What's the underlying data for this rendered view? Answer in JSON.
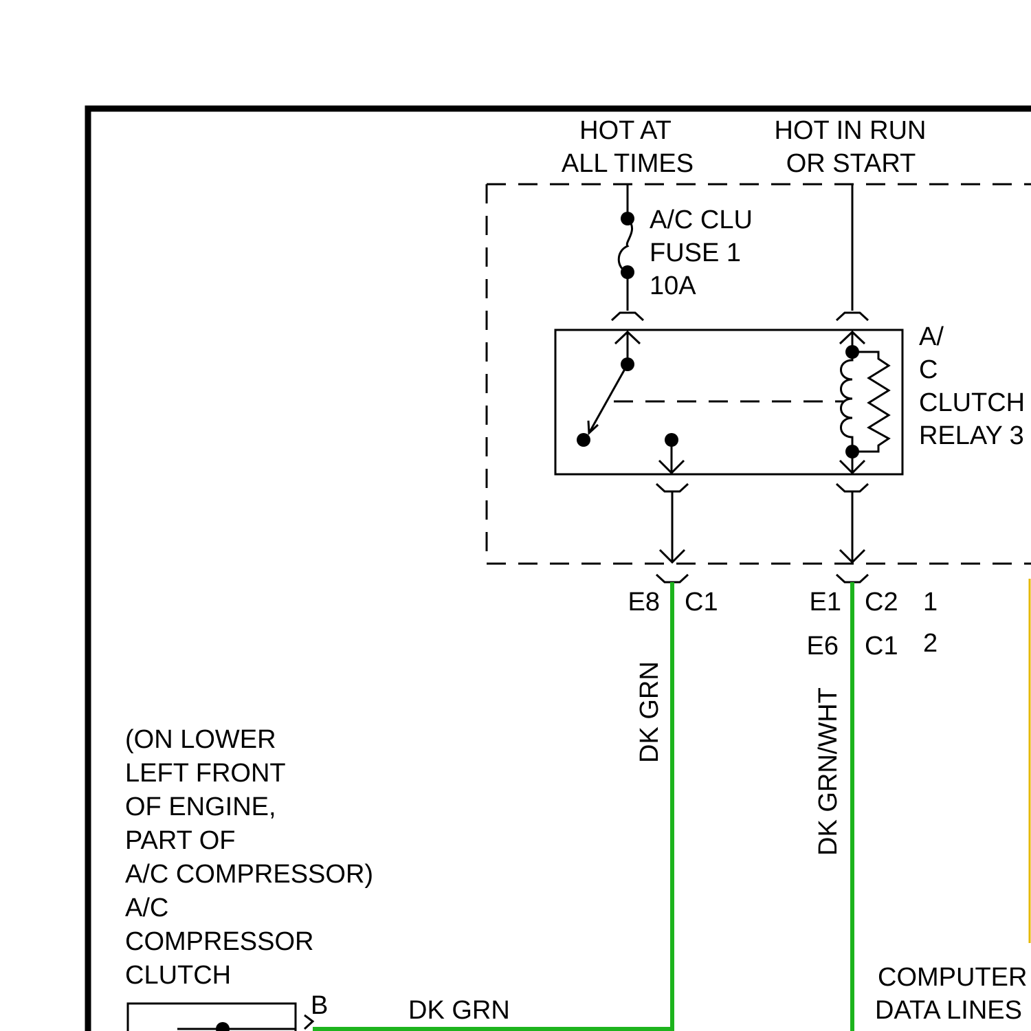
{
  "colors": {
    "background": "#ffffff",
    "ink": "#000000",
    "wire_green": "#1db41d",
    "wire_yellow": "#e6b800"
  },
  "power": {
    "hot_at_all_times": [
      "HOT AT",
      "ALL TIMES"
    ],
    "hot_in_run_or_start": [
      "HOT IN RUN",
      "OR START"
    ]
  },
  "fuse": {
    "label": [
      "A/C CLU",
      "FUSE 1",
      "10A"
    ]
  },
  "relay": {
    "label": [
      "A/",
      "C",
      "CLUTCH",
      "RELAY 3"
    ]
  },
  "connectors": {
    "left_pin": "E8",
    "left_conn": "C1",
    "right_pin_1": "E1",
    "right_conn_1": "C2",
    "right_num_1": "1",
    "right_pin_2": "E6",
    "right_conn_2": "C1",
    "right_num_2": "2"
  },
  "wires": {
    "left_vertical": "DK GRN",
    "right_vertical": "DK GRN/WHT",
    "bottom_horizontal": "DK GRN"
  },
  "compressor": {
    "location": [
      "(ON LOWER",
      "LEFT FRONT",
      "OF ENGINE,",
      "PART OF",
      "A/C COMPRESSOR)"
    ],
    "name": [
      "A/C",
      "COMPRESSOR",
      "CLUTCH"
    ],
    "terminal": "B"
  },
  "computer_data_lines": [
    "COMPUTER",
    "DATA LINES"
  ]
}
